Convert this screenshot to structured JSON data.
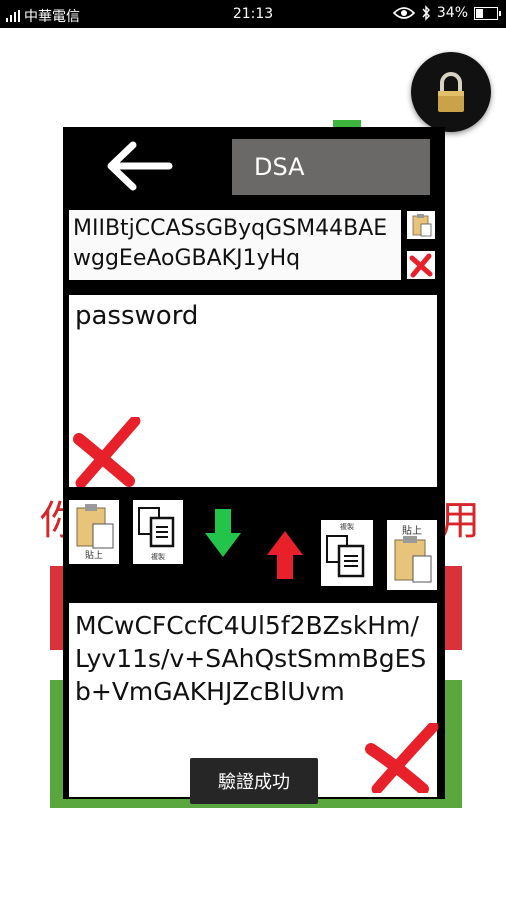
{
  "status_bar": {
    "carrier": "中華電信",
    "time": "21:13",
    "battery": "34%",
    "battery_level": 0.34
  },
  "background_app": {
    "red_text_left": "你",
    "red_text_right": "用"
  },
  "dialog": {
    "algorithm_label": "DSA",
    "public_key_text": "MIIBtjCCASsGByqGSM44BAEwggEeAoGBAKJ1yHq",
    "password_text": "password",
    "paste_label": "貼上",
    "copy_label": "複製",
    "signature_text": "MCwCFCcfC4Ul5f2BZskHm/Lyv11s/v+SAhQstSmmBgESb+VmGAKHJZcBlUvm"
  },
  "toast": {
    "message": "驗證成功"
  },
  "colors": {
    "red_x": "#e8202a",
    "green_arrow": "#22c44a",
    "red_arrow": "#e8202a",
    "clipboard": "#e8c47a"
  }
}
